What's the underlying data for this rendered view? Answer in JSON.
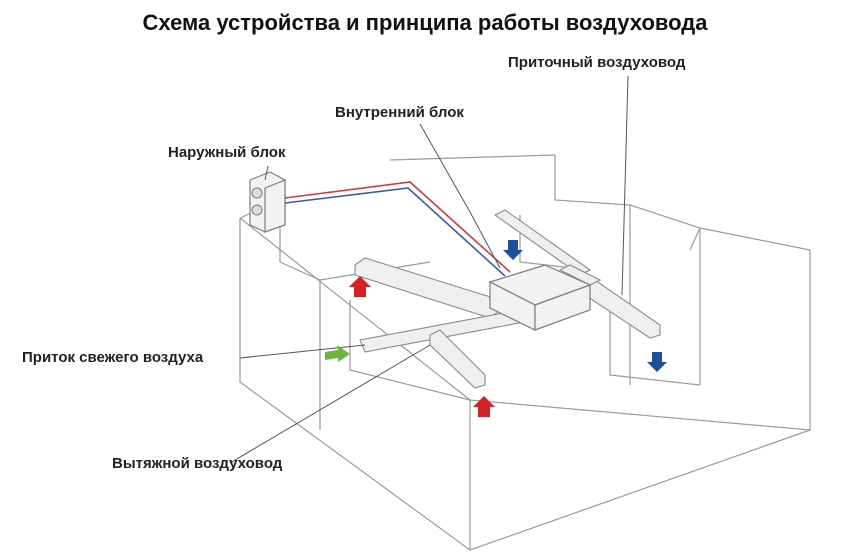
{
  "title": "Схема устройства и принципа работы воздуховода",
  "labels": {
    "supply_duct": "Приточный воздуховод",
    "indoor_unit": "Внутренний блок",
    "outdoor_unit": "Наружный блок",
    "fresh_air": "Приток свежего воздуха",
    "exhaust_duct": "Вытяжной воздуховод"
  },
  "colors": {
    "exhaust_arrow": "#d42027",
    "supply_arrow": "#1f4e9c",
    "fresh_arrow": "#6cb33f",
    "pipe_red": "#d9363e",
    "pipe_blue": "#3b5ba9"
  },
  "icons": {
    "exhaust": "arrow-up-icon",
    "supply": "arrow-down-icon",
    "fresh": "arrow-right-icon"
  }
}
